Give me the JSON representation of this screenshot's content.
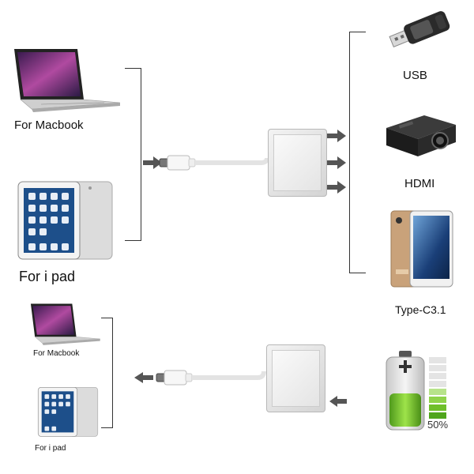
{
  "inputs_top": {
    "macbook_label": "For Macbook",
    "ipad_label": "For i pad"
  },
  "outputs": {
    "usb_label": "USB",
    "hdmi_label": "HDMI",
    "typec_label": "Type-C3.1"
  },
  "inputs_bottom": {
    "macbook_label": "For Macbook",
    "ipad_label": "For i pad"
  },
  "battery": {
    "level_label": "50%"
  }
}
